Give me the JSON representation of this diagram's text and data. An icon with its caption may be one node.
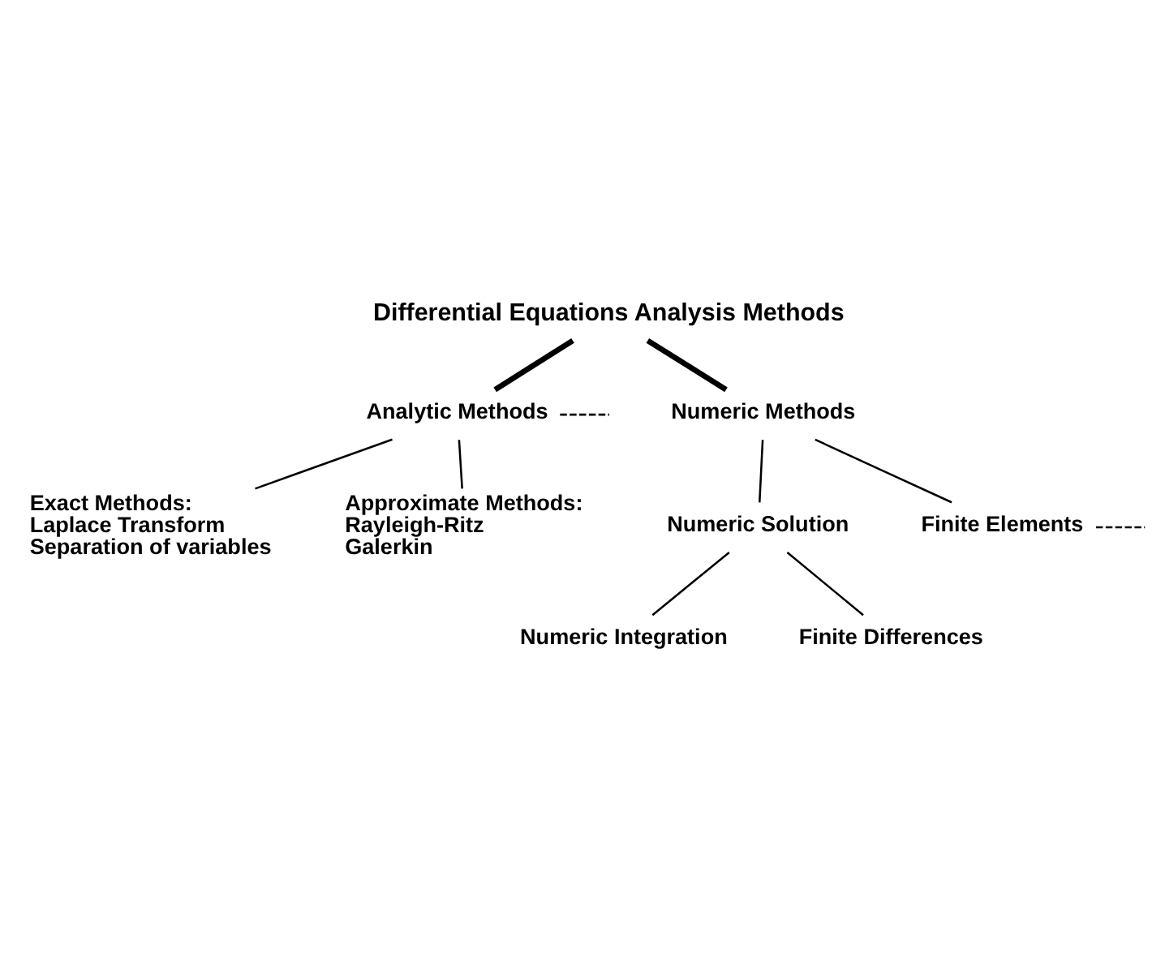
{
  "diagram": {
    "nodes": [
      {
        "text": [
          "Differential Equations Analysis Methods"
        ]
      },
      {
        "text": [
          "Analytic Methods"
        ]
      },
      {
        "text": [
          "Exact Methods:",
          "Laplace Transform",
          "Separation of variables"
        ]
      },
      {
        "text": [
          "Approximate Methods:",
          "Rayleigh-Ritz",
          "Galerkin"
        ]
      },
      {
        "text": [
          "Numeric Methods"
        ]
      },
      {
        "text": [
          "Numeric Solution"
        ]
      },
      {
        "text": [
          "Finite Elements"
        ]
      },
      {
        "text": [
          "Numeric Integration"
        ]
      },
      {
        "text": [
          "Finite Differences"
        ]
      }
    ],
    "edges": [
      {
        "from": 0,
        "to": 1,
        "arrow": "none",
        "style": "thick"
      },
      {
        "from": 0,
        "to": 4,
        "arrow": "none",
        "style": "thick"
      },
      {
        "from": 1,
        "to": 2,
        "arrow": "none"
      },
      {
        "from": 1,
        "to": 3,
        "arrow": "none"
      },
      {
        "from": 1,
        "to": null,
        "arrow": "none",
        "style": "dashed"
      },
      {
        "from": 4,
        "to": 5,
        "arrow": "none"
      },
      {
        "from": 4,
        "to": 6,
        "arrow": "none"
      },
      {
        "from": 6,
        "to": null,
        "arrow": "none",
        "style": "dashed"
      },
      {
        "from": 5,
        "to": 7,
        "arrow": "none"
      },
      {
        "from": 5,
        "to": 8,
        "arrow": "none"
      }
    ]
  }
}
